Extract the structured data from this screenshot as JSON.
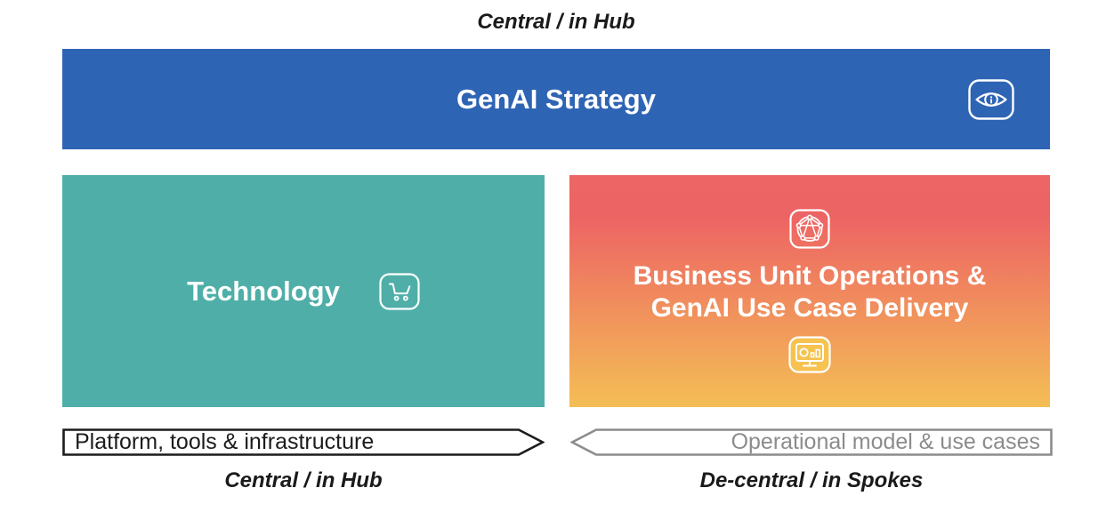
{
  "labels": {
    "top": "Central / in Hub",
    "bottom_left": "Central / in Hub",
    "bottom_right": "De-central / in Spokes"
  },
  "strategy": {
    "title": "GenAI Strategy",
    "icon": "eye-icon",
    "color": "#2E64B4"
  },
  "technology": {
    "title": "Technology",
    "icon": "shopping-cart-icon",
    "color": "#4FAFA8"
  },
  "business": {
    "title_line1": "Business Unit Operations &",
    "title_line2": "GenAI Use Case Delivery",
    "icon_top": "network-icon",
    "icon_bottom": "monitor-chart-icon",
    "gradient_top": "#ED6565",
    "gradient_bottom": "#F4BE55",
    "icon_bottom_fill": "#F6C350"
  },
  "arrows": {
    "left": {
      "label": "Platform, tools & infrastructure",
      "direction": "right",
      "color": "#1C1C1C"
    },
    "right": {
      "label": "Operational model & use cases",
      "direction": "left",
      "color": "#8C8C8C"
    }
  }
}
